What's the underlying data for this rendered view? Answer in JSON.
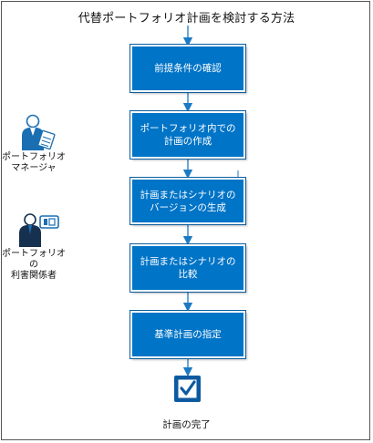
{
  "title": "代替ポートフォリオ計画を検討する方法",
  "roles": [
    {
      "label_line1": "ポートフォリオ",
      "label_line2": "マネージャ",
      "icon": "portfolio-manager-icon"
    },
    {
      "label_line1": "ポートフォリオの",
      "label_line2": "利害関係者",
      "icon": "stakeholder-icon"
    }
  ],
  "steps": [
    {
      "line1": "前提条件の確認",
      "line2": ""
    },
    {
      "line1": "ポートフォリオ内での",
      "line2": "計画の作成"
    },
    {
      "line1": "計画またはシナリオの",
      "line2": "バージョンの生成"
    },
    {
      "line1": "計画またはシナリオの比較",
      "line2": ""
    },
    {
      "line1": "基準計画の指定",
      "line2": ""
    }
  ],
  "end": {
    "label": "計画の完了",
    "icon": "checkbox-complete-icon"
  },
  "colors": {
    "step_fill": "#0074c7",
    "arrow": "#1b7ac4",
    "frame": "#555555"
  }
}
